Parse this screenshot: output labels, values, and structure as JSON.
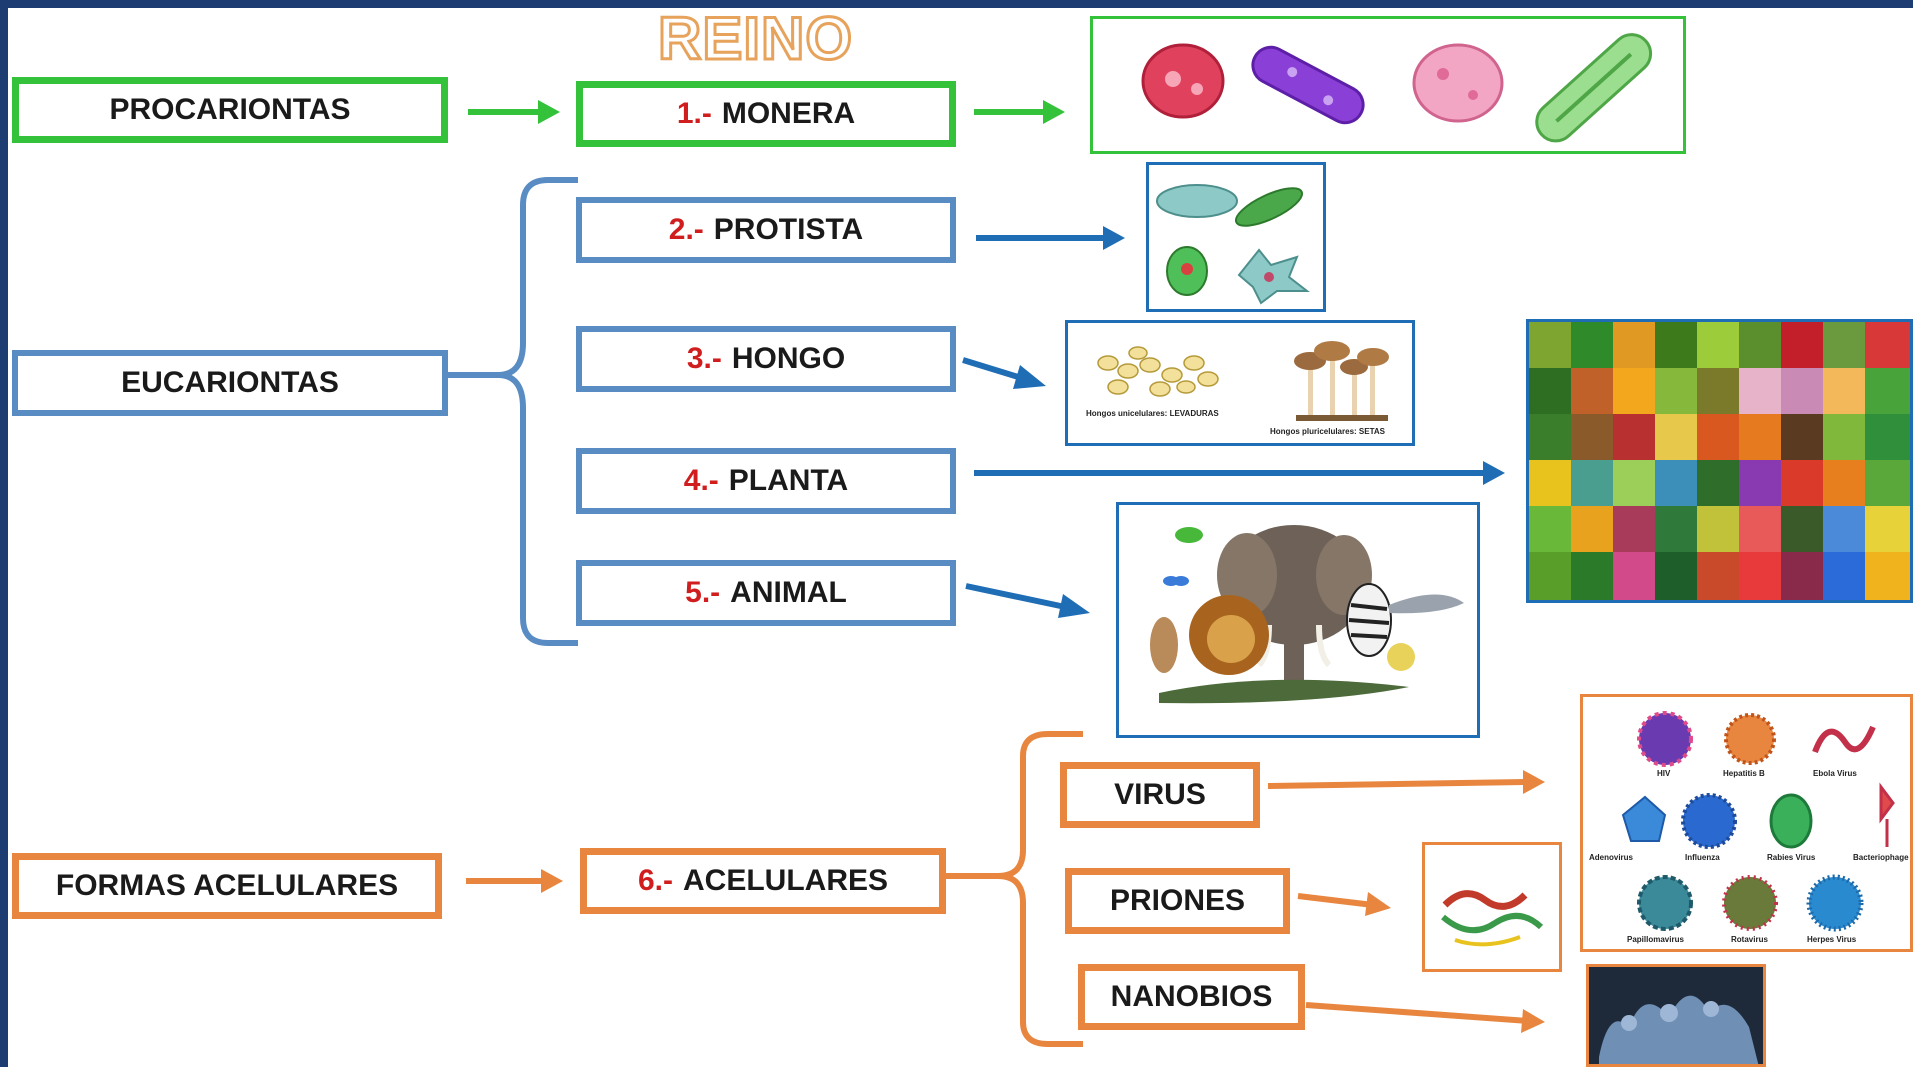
{
  "title": "REINO",
  "classes": {
    "procariontas": "PROCARIONTAS",
    "eucariontas": "EUCARIONTAS",
    "acelulares": "FORMAS ACELULARES"
  },
  "kingdoms": [
    {
      "num": "1.-",
      "name": "MONERA"
    },
    {
      "num": "2.-",
      "name": "PROTISTA"
    },
    {
      "num": "3.-",
      "name": "HONGO"
    },
    {
      "num": "4.-",
      "name": "PLANTA"
    },
    {
      "num": "5.-",
      "name": "ANIMAL"
    },
    {
      "num": "6.-",
      "name": "ACELULARES"
    }
  ],
  "acellular_types": [
    "VIRUS",
    "PRIONES",
    "NANOBIOS"
  ],
  "fungi_captions": {
    "unicellular": "Hongos unicelulares: LEVADURAS",
    "multicellular": "Hongos pluricelulares: SETAS"
  },
  "virus_captions": [
    "HIV",
    "Hepatitis B",
    "Ebola Virus",
    "Adenovirus",
    "Influenza",
    "Rabies Virus",
    "Bacteriophage",
    "Papillomavirus",
    "Rotavirus",
    "Herpes Virus"
  ],
  "colors": {
    "prokaryote": "#33c23a",
    "eukaryote": "#5a8cc4",
    "acellular": "#e8863f",
    "arrow_blue": "#1f6db5",
    "number": "#d01e1e",
    "frame": "#1d3d72"
  }
}
